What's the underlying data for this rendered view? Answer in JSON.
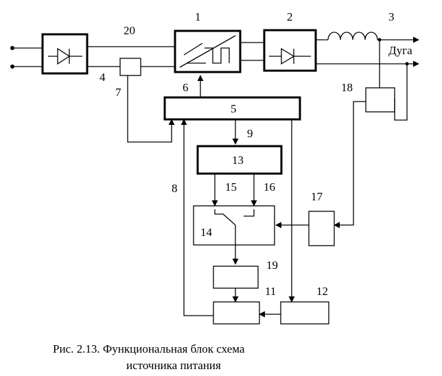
{
  "diagram": {
    "labels": {
      "n1": "1",
      "n2": "2",
      "n3": "3",
      "n4": "4",
      "n5": "5",
      "n6": "6",
      "n7": "7",
      "n8": "8",
      "n9": "9",
      "n11": "11",
      "n12": "12",
      "n13": "13",
      "n14": "14",
      "n15": "15",
      "n16": "16",
      "n17": "17",
      "n18": "18",
      "n19": "19",
      "n20": "20"
    },
    "output_label": "Дуга",
    "caption_line1": "Рис. 2.13. Функциональная блок схема",
    "caption_line2": "источника питания"
  }
}
